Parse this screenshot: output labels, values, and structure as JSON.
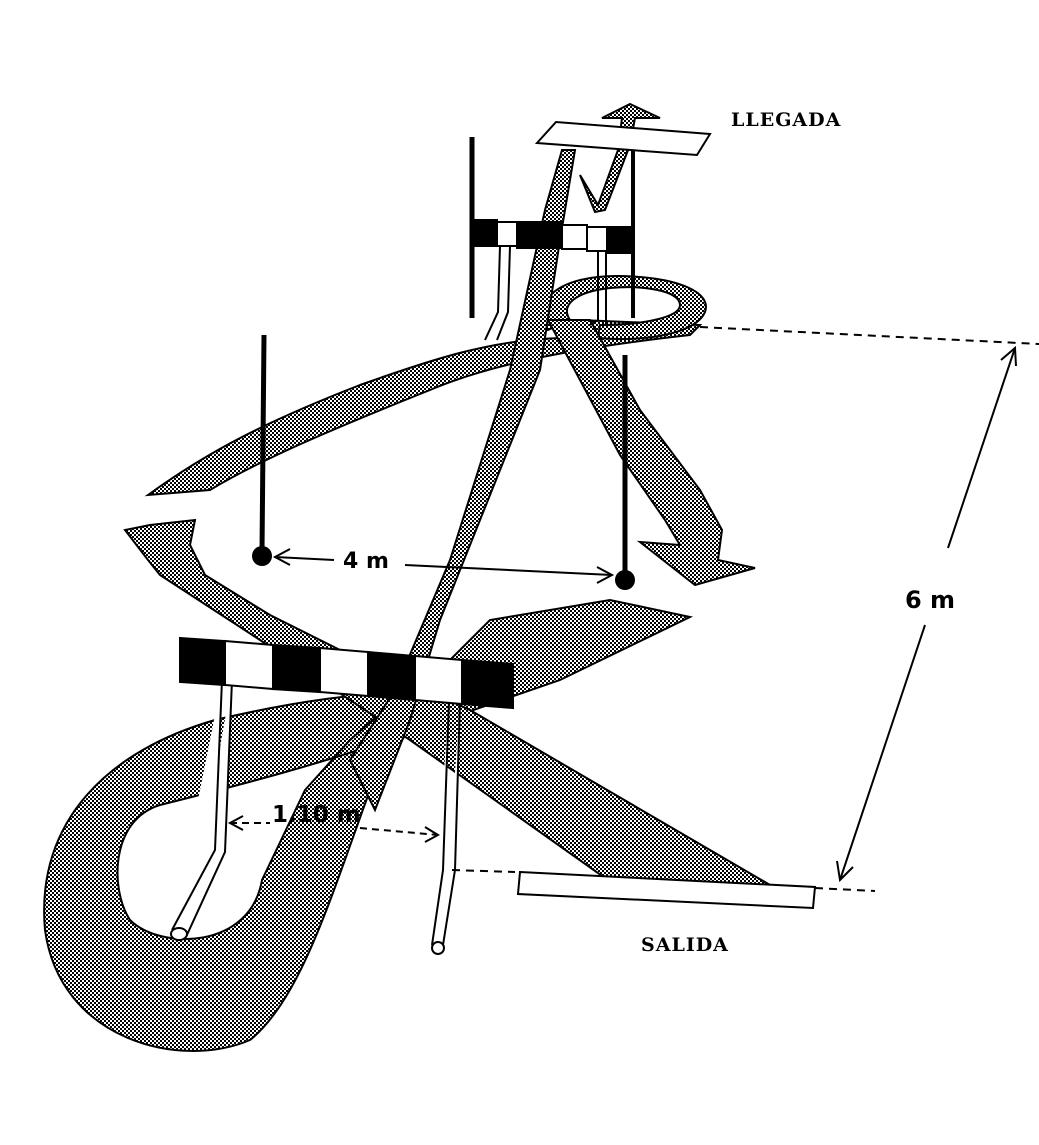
{
  "labels": {
    "finish": "LLEGADA",
    "start": "SALIDA",
    "pole_distance": "4 m",
    "course_length": "6 m",
    "hurdle_width": "1.10 m"
  },
  "colors": {
    "ink": "#000000",
    "paper": "#ffffff",
    "path_pattern": "checker-black-white"
  }
}
